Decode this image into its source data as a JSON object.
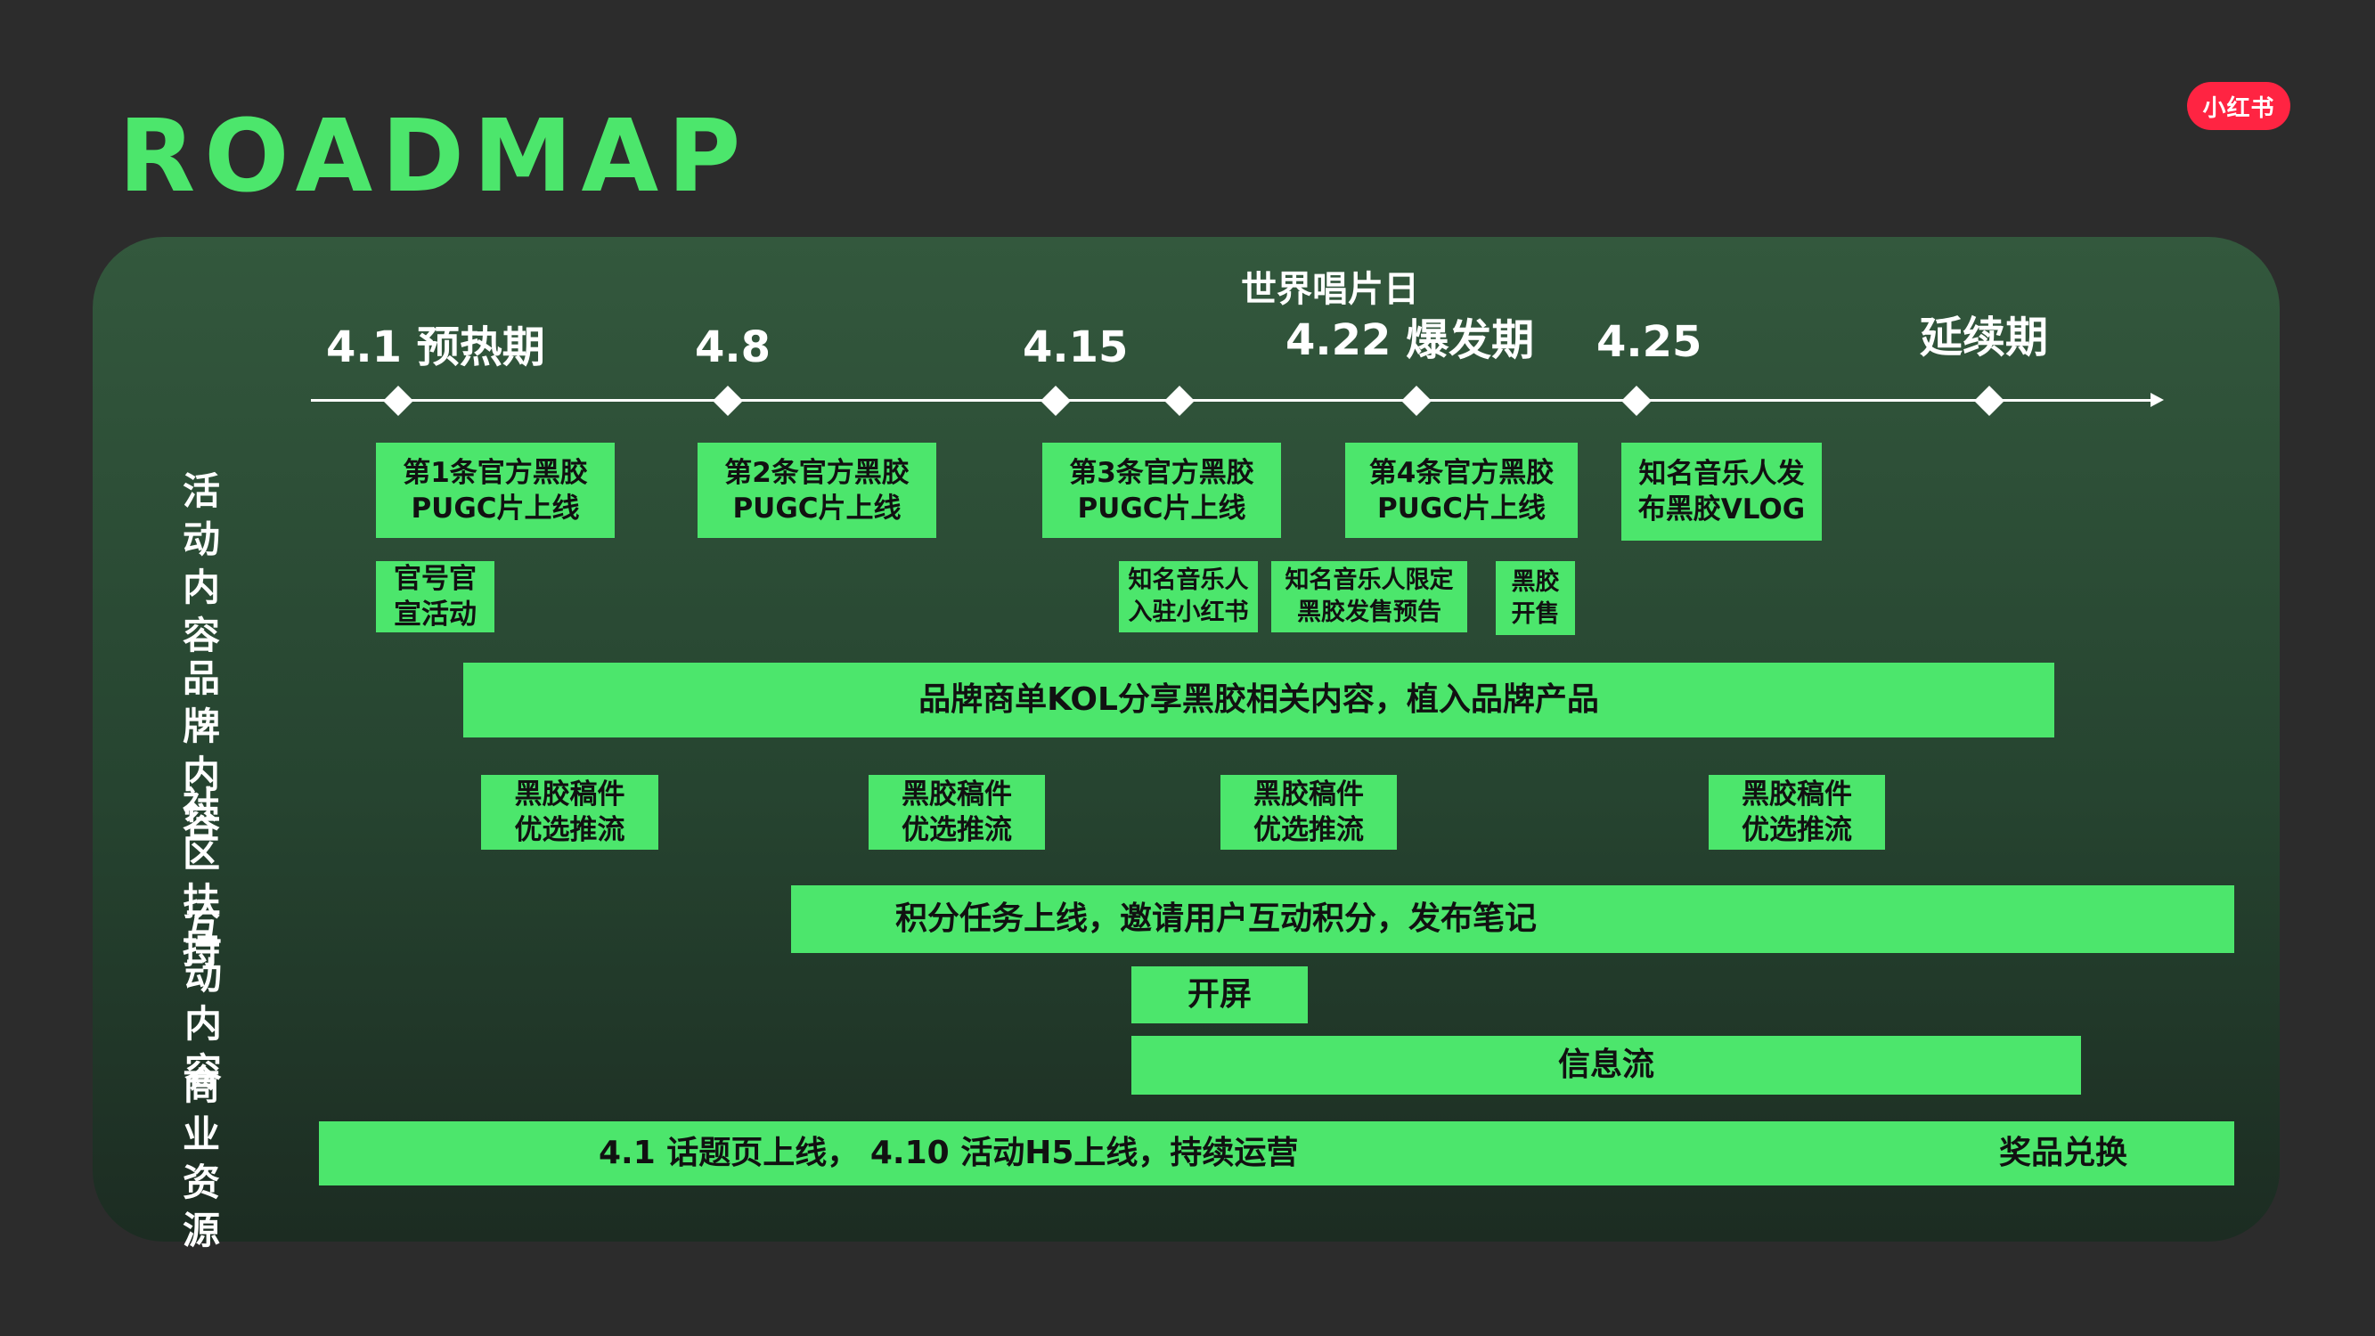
{
  "title": "ROADMAP",
  "logo": "小红书",
  "timeline": {
    "milestones": [
      "4.1 预热期",
      "4.8",
      "4.15",
      "世界唱片日",
      "4.22 爆发期",
      "4.25",
      "延续期"
    ]
  },
  "rows": {
    "activity": "活动\n内容",
    "brand": "品牌\n内容",
    "community": "社区\n扶持",
    "interaction": "互动\n内容",
    "commercial": "商业\n资源"
  },
  "activity_boxes": [
    "第1条官方黑胶\nPUGC片上线",
    "第2条官方黑胶\nPUGC片上线",
    "第3条官方黑胶\nPUGC片上线",
    "第4条官方黑胶\nPUGC片上线",
    "知名音乐人发\n布黑胶VLOG"
  ],
  "activity_small": [
    "官号官\n宣活动",
    "知名音乐人\n入驻小红书",
    "知名音乐人限定\n黑胶发售预告",
    "黑胶\n开售"
  ],
  "brand_bar": "品牌商单KOL分享黑胶相关内容，植入品牌产品",
  "community_boxes": [
    "黑胶稿件\n优选推流",
    "黑胶稿件\n优选推流",
    "黑胶稿件\n优选推流",
    "黑胶稿件\n优选推流"
  ],
  "interaction_bar": "积分任务上线，邀请用户互动积分，发布笔记",
  "commercial": {
    "splash": "开屏",
    "feed": "信息流",
    "bottom_bar": "4.1  话题页上线，  4.10  活动H5上线，持续运营",
    "bottom_bar_right": "奖品兑换"
  },
  "colors": {
    "accent": "#4ce66c",
    "background": "#2c2c2c",
    "logo": "#ff2442"
  }
}
